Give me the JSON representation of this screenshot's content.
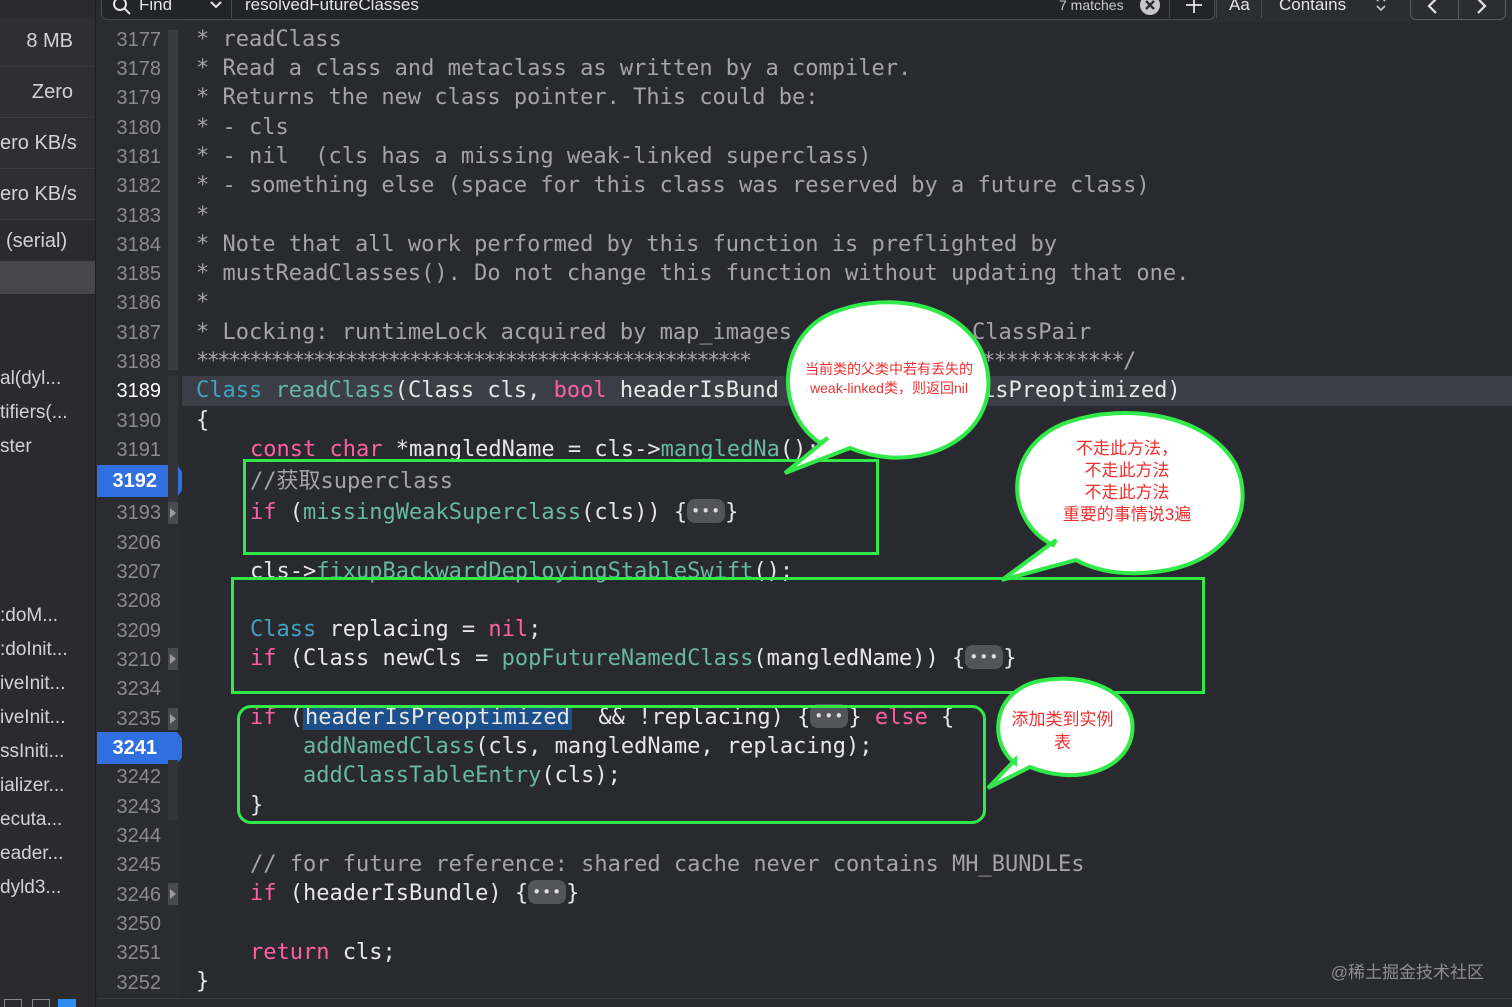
{
  "find_bar": {
    "mode_label": "Find",
    "query": "resolvedFutureClasses",
    "match_count": "7 matches",
    "case_label": "Aa",
    "match_mode": "Contains"
  },
  "debug_panel": {
    "stats": [
      "8 MB",
      "Zero",
      "ero KB/s",
      "ero KB/s",
      "(serial)"
    ],
    "frames": [
      "al(dyl...",
      "tifiers(...",
      "ster",
      ":doM...",
      ":doInit...",
      "iveInit...",
      "iveInit...",
      "ssIniti...",
      "ializer...",
      "ecuta...",
      "eader...",
      "dyld3..."
    ]
  },
  "gutter": {
    "line_numbers": [
      "3177",
      "3178",
      "3179",
      "3180",
      "3181",
      "3182",
      "3183",
      "3184",
      "3185",
      "3186",
      "3187",
      "3188",
      "3189",
      "3190",
      "3191",
      "3192",
      "3193",
      "3206",
      "3207",
      "3208",
      "3209",
      "3210",
      "3234",
      "3235",
      "3241",
      "3242",
      "3243",
      "3244",
      "3245",
      "3246",
      "3250",
      "3251",
      "3252"
    ],
    "current_line": "3189",
    "breakpoints": [
      "3192",
      "3241"
    ]
  },
  "code": {
    "l3177": "* readClass",
    "l3178": "* Read a class and metaclass as written by a compiler.",
    "l3179": "* Returns the new class pointer. This could be:",
    "l3180": "* - cls",
    "l3181": "* - nil  (cls has a missing weak-linked superclass)",
    "l3182": "* - something else (space for this class was reserved by a future class)",
    "l3183": "*",
    "l3184": "* Note that all work performed by this function is preflighted by",
    "l3185": "* mustReadClasses(). Do not change this function without updating that one.",
    "l3186": "*",
    "l3187": "* Locking: runtimeLock acquired by map_images",
    "l3187_tail": "ClassPair",
    "l3188": "****************************************************",
    "l3188_tail": "************/",
    "l3189": {
      "t1": "Class",
      "fn": "readClass",
      "t2": "(Class cls, ",
      "kw": "bool",
      "t3": " headerIsBund",
      "t4": "isPreoptimized)"
    },
    "l3190": "{",
    "l3191": {
      "kw1": "const",
      "kw2": "char",
      "t1": " *mangledName = cls->",
      "fn": "mangledNa",
      "t2": "();"
    },
    "l3192": "//获取superclass",
    "l3193": {
      "kw": "if",
      "t1": " (",
      "fn": "missingWeakSuperclass",
      "t2": "(cls)) {",
      "t3": "}"
    },
    "l3207": {
      "t1": "cls->",
      "fn": "fixupBackwardDeployingStableSwift",
      "t2": "();"
    },
    "l3209": {
      "t1": "Class",
      "t2": " replacing = ",
      "kw": "nil",
      "t3": ";"
    },
    "l3210": {
      "kw": "if",
      "t1": " (Class newCls = ",
      "fn": "popFutureNamedClass",
      "t2": "(mangledName)) {",
      "t3": "}"
    },
    "l3235": {
      "kw": "if",
      "t1": " (",
      "sel": "headerIsPreoptimized",
      "t2": "  && !replacing) {",
      "t3": "} ",
      "kw2": "else",
      "t4": " {"
    },
    "l3241": {
      "fn": "addNamedClass",
      "t1": "(cls, mangledName, replacing);"
    },
    "l3242": {
      "fn": "addClassTableEntry",
      "t1": "(cls);"
    },
    "l3243": "}",
    "l3245": "// for future reference: shared cache never contains MH_BUNDLEs",
    "l3246": {
      "kw": "if",
      "t1": " (headerIsBundle) {",
      "t2": "}"
    },
    "l3251": {
      "kw": "return",
      "t1": " cls;"
    },
    "l3252": "}"
  },
  "annotations": {
    "bubble1": [
      "当前类的父类中若有丢失的",
      "weak-linked类，则返回nil"
    ],
    "bubble2": [
      "不走此方法，",
      "不走此方法",
      "不走此方法",
      "重要的事情说3遍"
    ],
    "bubble3": [
      "添加类到实例",
      "表"
    ],
    "highlight_color": "#32e94a",
    "bubble_text_color": "#f03030"
  },
  "watermark": "@稀土掘金技术社区"
}
